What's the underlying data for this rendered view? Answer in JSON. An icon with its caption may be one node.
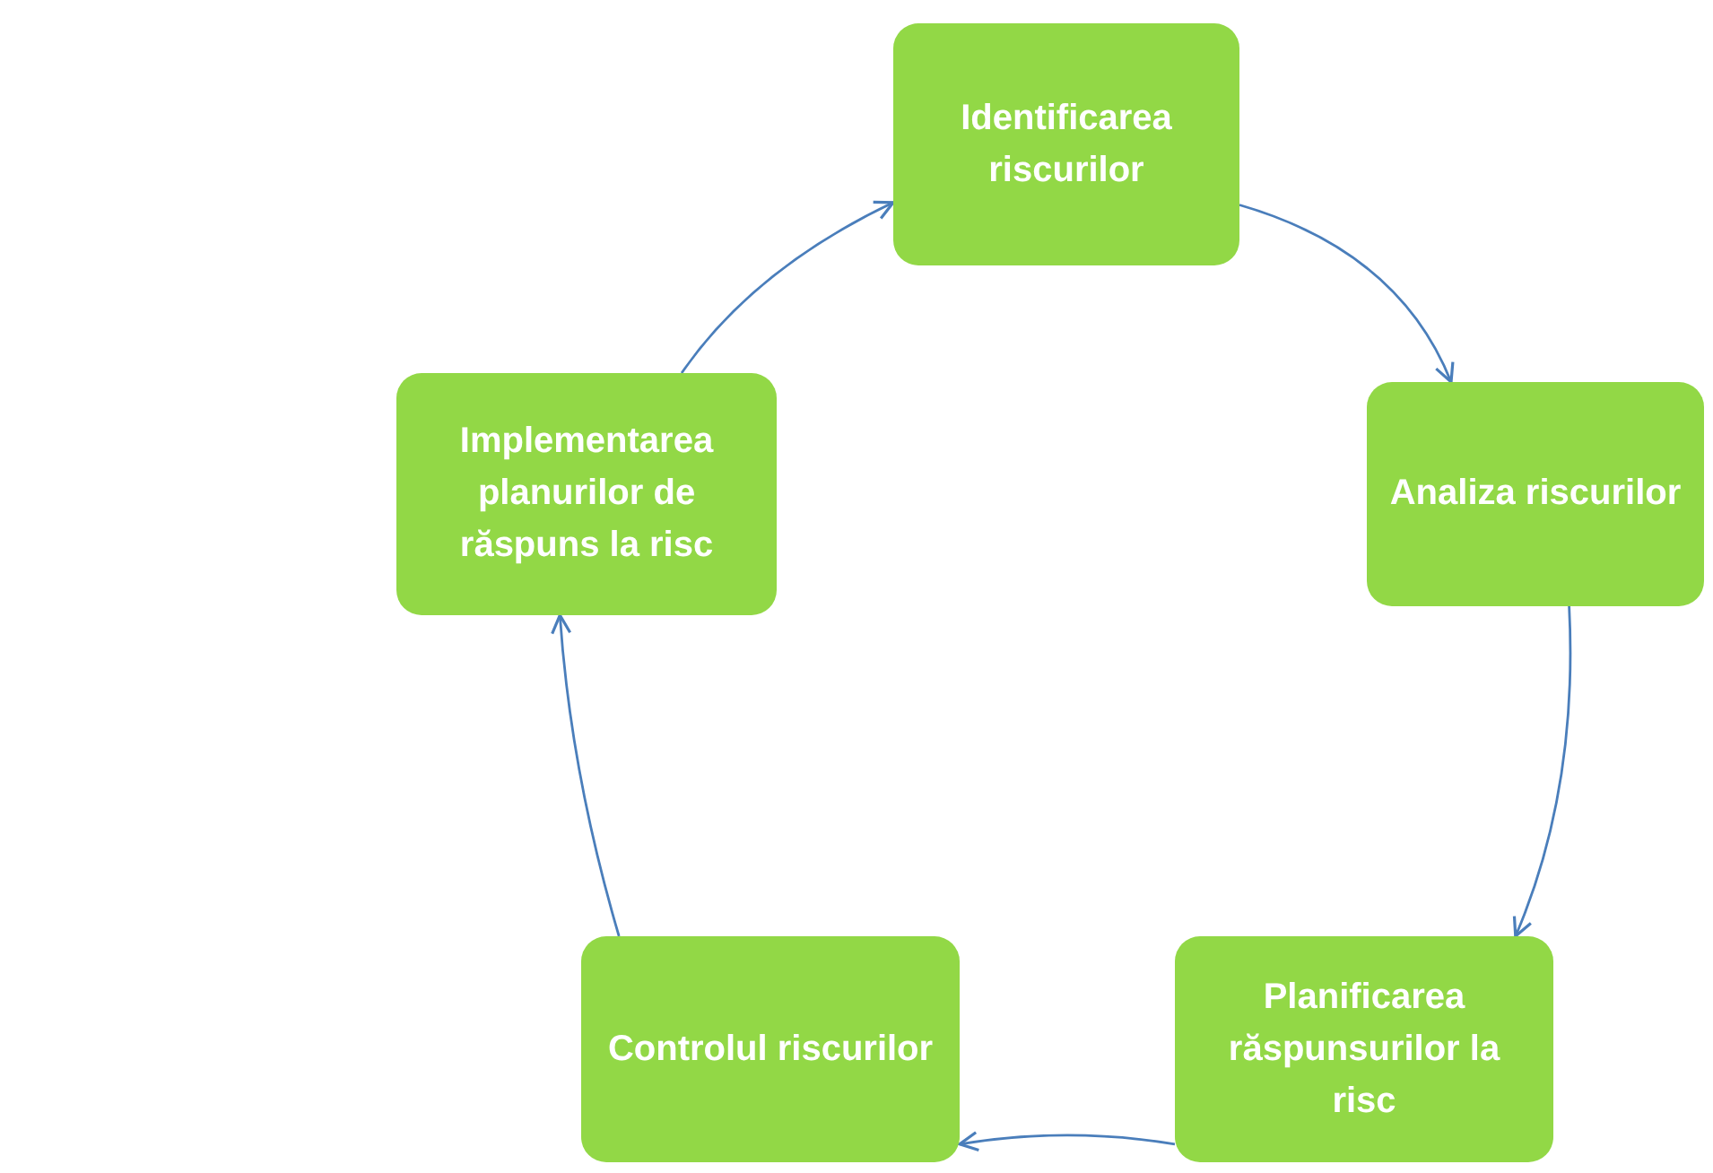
{
  "diagram": {
    "nodes": [
      {
        "text": [
          "Identificarea riscurilor"
        ]
      },
      {
        "text": [
          "Analiza riscurilor"
        ]
      },
      {
        "text": [
          "Planificarea răspunsurilor la risc"
        ]
      },
      {
        "text": [
          "Controlul riscurilor"
        ]
      },
      {
        "text": [
          "Implementarea planurilor de răspuns la risc"
        ]
      }
    ],
    "edges": [
      {
        "from": 0,
        "to": 1,
        "arrow": "to"
      },
      {
        "from": 1,
        "to": 2,
        "arrow": "to"
      },
      {
        "from": 2,
        "to": 3,
        "arrow": "to"
      },
      {
        "from": 3,
        "to": 4,
        "arrow": "to"
      },
      {
        "from": 4,
        "to": 0,
        "arrow": "to"
      }
    ]
  }
}
